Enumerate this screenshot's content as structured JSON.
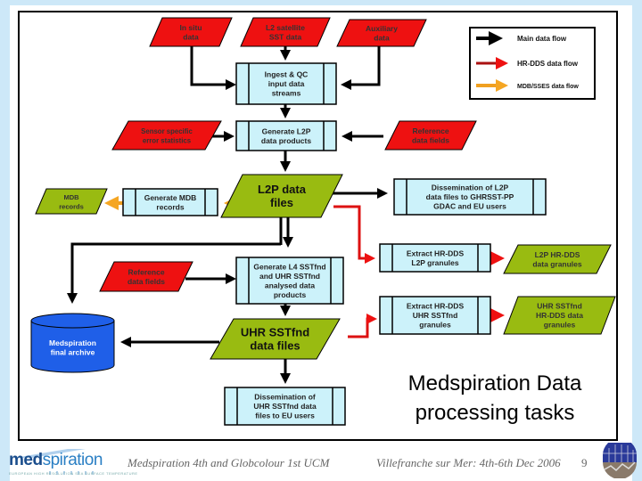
{
  "slide": {
    "title": "Medspiration Data processing tasks",
    "footer_left": "Medspiration 4th and Globcolour 1st UCM",
    "footer_right": "Villefranche sur Mer: 4th-6th Dec 2006",
    "page_number": "9",
    "logo": {
      "word_bold": "med",
      "word_light": "spiration",
      "subtitle": "EUROPEAN HIGH RESOLUTION SEA SURFACE TEMPERATURE"
    }
  },
  "colors": {
    "input_red": "#ee1111",
    "product_green": "#99bb11",
    "process_cyan": "#ccf2fa",
    "archive_blue": "#1f5fe8",
    "main_flow": "#000000",
    "hrdds_flow": "#dd1111",
    "mdb_flow": "#f0a020"
  },
  "legend": {
    "items": [
      {
        "label": "Main data flow",
        "color": "#000000"
      },
      {
        "label": "HR-DDS data flow",
        "color": "#dd1111"
      },
      {
        "label": "MDB/SSES data flow",
        "color": "#f0a020"
      }
    ]
  },
  "nodes": {
    "in_situ": {
      "type": "input",
      "lines": [
        "In situ",
        "data"
      ]
    },
    "l2_sat": {
      "type": "input",
      "lines": [
        "L2 satellite",
        "SST data"
      ]
    },
    "auxiliary": {
      "type": "input",
      "lines": [
        "Auxiliary",
        "data"
      ]
    },
    "ingest": {
      "type": "process",
      "lines": [
        "Ingest & QC",
        "input data",
        "streams"
      ]
    },
    "sensor_err": {
      "type": "input",
      "lines": [
        "Sensor specific",
        "error statistics"
      ]
    },
    "gen_l2p": {
      "type": "process",
      "lines": [
        "Generate L2P",
        "data products"
      ]
    },
    "ref_fields_1": {
      "type": "input",
      "lines": [
        "Reference",
        "data fields"
      ]
    },
    "l2p_files": {
      "type": "product",
      "lines": [
        "L2P data",
        "files"
      ]
    },
    "gen_mdb": {
      "type": "process",
      "lines": [
        "Generate MDB",
        "records"
      ]
    },
    "mdb_records": {
      "type": "product",
      "lines": [
        "MDB",
        "records"
      ]
    },
    "dissem_l2p": {
      "type": "process",
      "lines": [
        "Dissemination of L2P",
        "data files to GHRSST-PP",
        "GDAC and EU users"
      ]
    },
    "extract_l2p": {
      "type": "process",
      "lines": [
        "Extract HR-DDS",
        "L2P granules"
      ]
    },
    "l2p_hrdds": {
      "type": "product",
      "lines": [
        "L2P HR-DDS",
        "data granules"
      ]
    },
    "ref_fields_2": {
      "type": "input",
      "lines": [
        "Reference",
        "data fields"
      ]
    },
    "gen_l4": {
      "type": "process",
      "lines": [
        "Generate L4 SSTfnd",
        "and UHR SSTfnd",
        "analysed data",
        "products"
      ]
    },
    "extract_uhr": {
      "type": "process",
      "lines": [
        "Extract HR-DDS",
        "UHR SSTfnd",
        "granules"
      ]
    },
    "uhr_hrdds": {
      "type": "product",
      "lines": [
        "UHR SSTfnd",
        "HR-DDS data",
        "granules"
      ]
    },
    "archive": {
      "type": "archive",
      "lines": [
        "Medspiration",
        "final archive"
      ]
    },
    "uhr_files": {
      "type": "product",
      "lines": [
        "UHR SSTfnd",
        "data files"
      ]
    },
    "dissem_uhr": {
      "type": "process",
      "lines": [
        "Dissemination of",
        "UHR SSTfnd data",
        "files to EU users"
      ]
    }
  },
  "edges": [
    {
      "from": "in_situ",
      "to": "ingest",
      "flow": "main"
    },
    {
      "from": "l2_sat",
      "to": "ingest",
      "flow": "main"
    },
    {
      "from": "auxiliary",
      "to": "ingest",
      "flow": "main"
    },
    {
      "from": "ingest",
      "to": "gen_l2p",
      "flow": "main"
    },
    {
      "from": "sensor_err",
      "to": "gen_l2p",
      "flow": "main"
    },
    {
      "from": "ref_fields_1",
      "to": "gen_l2p",
      "flow": "main"
    },
    {
      "from": "gen_l2p",
      "to": "l2p_files",
      "flow": "main"
    },
    {
      "from": "l2p_files",
      "to": "gen_mdb",
      "flow": "mdb"
    },
    {
      "from": "gen_mdb",
      "to": "mdb_records",
      "flow": "mdb"
    },
    {
      "from": "l2p_files",
      "to": "dissem_l2p",
      "flow": "main"
    },
    {
      "from": "l2p_files",
      "to": "extract_l2p",
      "flow": "hrdds"
    },
    {
      "from": "extract_l2p",
      "to": "l2p_hrdds",
      "flow": "hrdds"
    },
    {
      "from": "l2p_files",
      "to": "gen_l4",
      "flow": "main"
    },
    {
      "from": "l2p_files",
      "to": "archive",
      "flow": "main"
    },
    {
      "from": "ref_fields_2",
      "to": "gen_l4",
      "flow": "main"
    },
    {
      "from": "gen_l4",
      "to": "uhr_files",
      "flow": "main"
    },
    {
      "from": "uhr_files",
      "to": "archive",
      "flow": "main"
    },
    {
      "from": "uhr_files",
      "to": "extract_uhr",
      "flow": "hrdds"
    },
    {
      "from": "extract_uhr",
      "to": "uhr_hrdds",
      "flow": "hrdds"
    },
    {
      "from": "uhr_files",
      "to": "dissem_uhr",
      "flow": "main"
    }
  ]
}
